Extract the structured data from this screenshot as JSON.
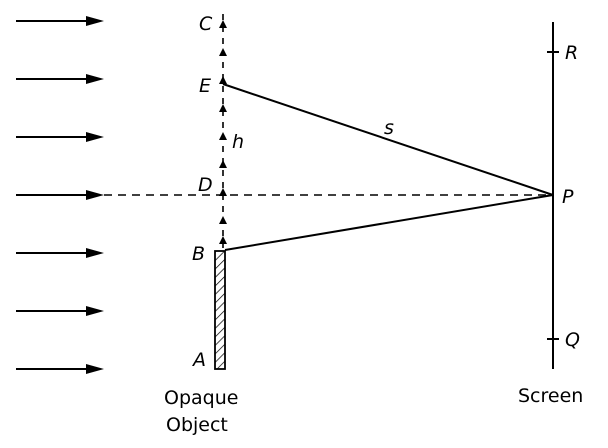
{
  "labels": {
    "C": "C",
    "E": "E",
    "h": "h",
    "D": "D",
    "B": "B",
    "A": "A",
    "s": "s",
    "P": "P",
    "R": "R",
    "Q": "Q"
  },
  "captions": {
    "object_line1": "Opaque",
    "object_line2": "Object",
    "screen": "Screen"
  },
  "incident_arrow_count": 7,
  "wavefront_arrow_count": 8,
  "colors": {
    "ink": "#000000",
    "background": "#ffffff"
  }
}
